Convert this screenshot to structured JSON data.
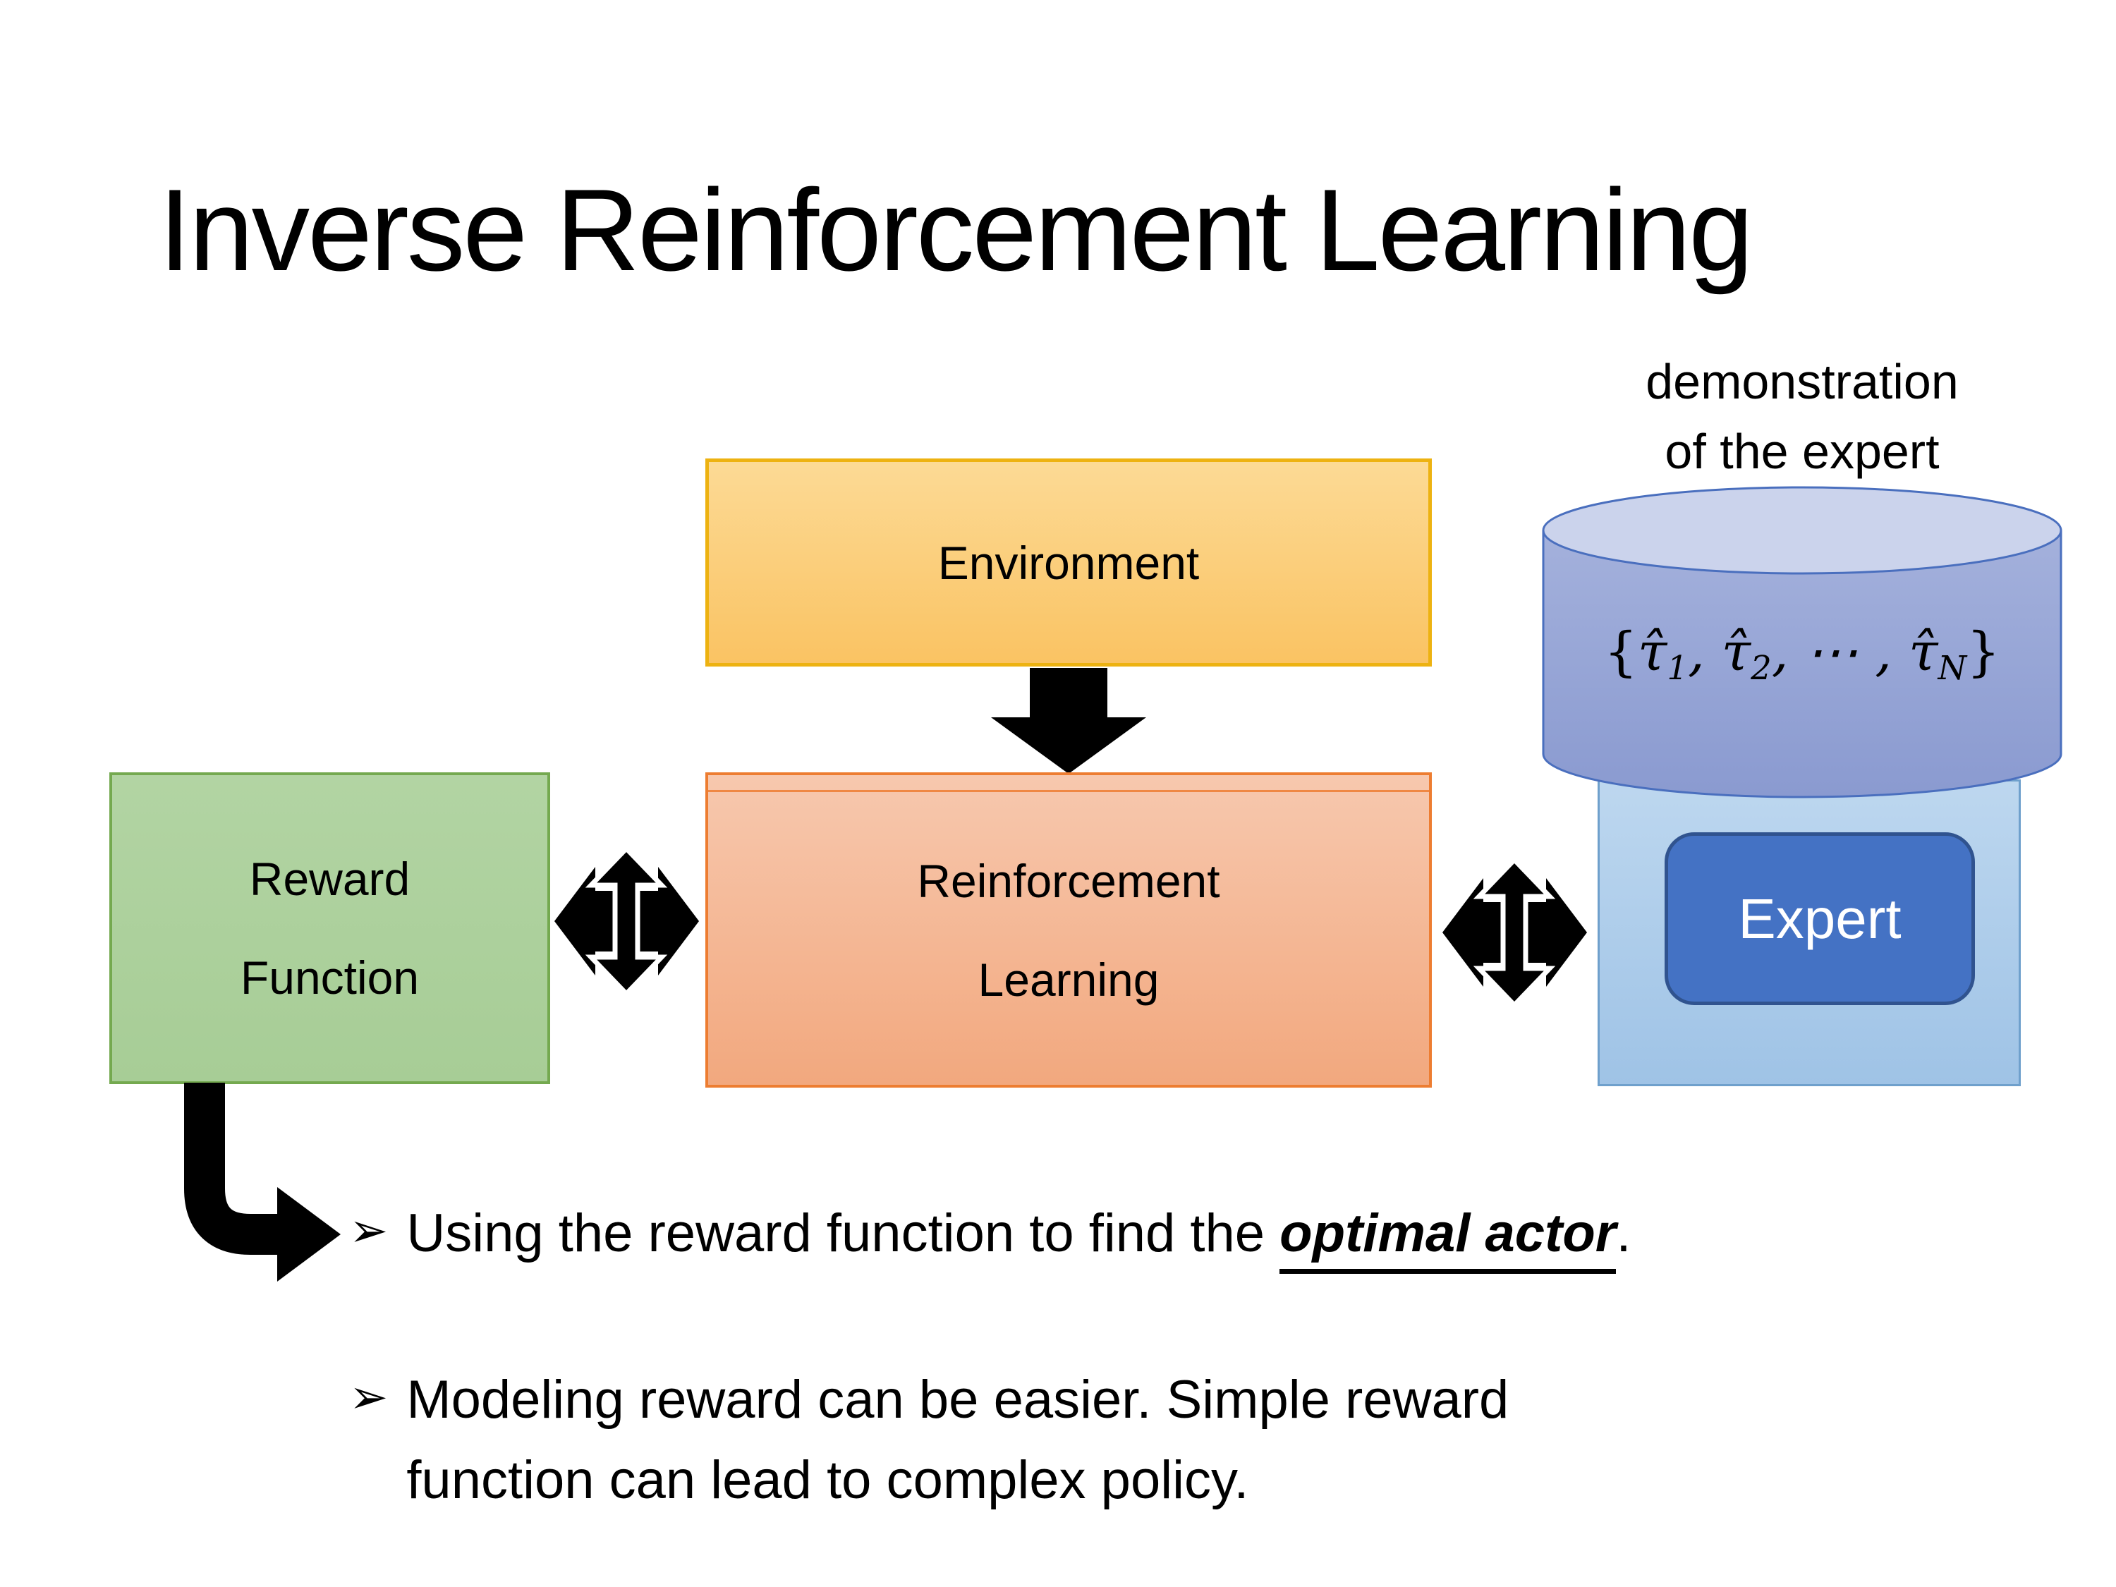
{
  "colors": {
    "bg": "#ffffff",
    "text": "#000000",
    "env-border": "#EDB211",
    "env-fill-1": "#FCDA95",
    "env-fill-2": "#FAC363",
    "green-border": "#74A94F",
    "green-fill-1": "#B2D4A3",
    "green-fill-2": "#A7CD96",
    "rl-border": "#ED7D31",
    "rl-fill-1": "#F7C8AE",
    "rl-fill-2": "#F2A87E",
    "container-border": "#6FA0CC",
    "container-fill-1": "#BDD7EF",
    "container-fill-2": "#9FC3E6",
    "expert-border": "#30538F",
    "expert-fill": "#4472C4",
    "expert-text": "#FFFFFF",
    "cyl-border": "#4A6FBE",
    "cyl-body-1": "#A4B1DC",
    "cyl-body-2": "#8A9AD0",
    "cyl-top": "#CBD3EC",
    "arrow": "#000000"
  },
  "title": "Inverse Reinforcement Learning",
  "demo_label": {
    "line1": "demonstration",
    "line2": "of the expert"
  },
  "boxes": {
    "environment": "Environment",
    "reward_line1": "Reward",
    "reward_line2": "Function",
    "rl_line1": "Reinforcement",
    "rl_line2": "Learning",
    "expert": "Expert"
  },
  "formula": {
    "open": "{",
    "tau1": "τ̂",
    "sub1": "1",
    "sep1": ", ",
    "tau2": "τ̂",
    "sub2": "2",
    "sep2": ", ⋯ , ",
    "tau3": "τ̂",
    "subN": "N",
    "close": "}"
  },
  "bullets": {
    "marker": "➢",
    "b1_pre": "Using the reward function to find the ",
    "b1_em": "optimal actor",
    "b1_post": ".",
    "b2": "Modeling reward can be easier. Simple reward function can lead to complex policy."
  }
}
